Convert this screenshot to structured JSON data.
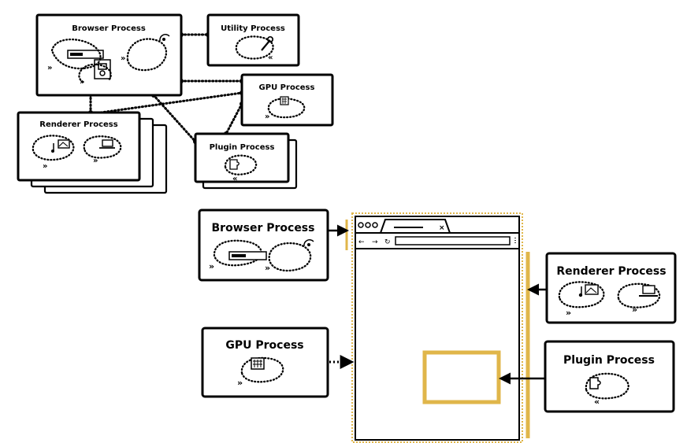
{
  "colors": {
    "accent_gold": "#e0b64a",
    "ink": "#000000",
    "background": "#ffffff"
  },
  "top_diagram": {
    "browser_process": "Browser Process",
    "utility_process": "Utility Process",
    "gpu_process": "GPU Process",
    "renderer_process": "Renderer Process",
    "plugin_process": "Plugin Process"
  },
  "bottom_diagram": {
    "browser_process": "Browser Process",
    "gpu_process": "GPU Process",
    "renderer_process": "Renderer Process",
    "plugin_process": "Plugin Process"
  },
  "icons": [
    "server-icon",
    "database-icon",
    "wifi-icon",
    "wrench-icon",
    "grid-chip-icon",
    "music-icon",
    "image-icon",
    "laptop-icon",
    "puzzle-icon",
    "browser-window-icon",
    "back-arrow-icon",
    "forward-arrow-icon",
    "reload-icon"
  ]
}
